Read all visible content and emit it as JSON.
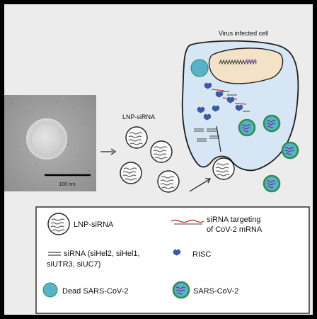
{
  "figure": {
    "cell_title": "Virus infected cell",
    "lnp_title": "LNP-siRNA",
    "scale_bar": "100 nm",
    "colors": {
      "cell_fill": "#d6e6f5",
      "nucleus_fill": "#f3e2c7",
      "virus_fill": "#58b2c9",
      "virus_ring": "#2f8f4c",
      "sirna_red": "#c0413c",
      "risc": "#3a5aa6",
      "micrograph": "#9a9a9a"
    }
  },
  "legend": {
    "lnp_sirna": "LNP-siRNA",
    "sirna_targeting_line1": "siRNA targeting",
    "sirna_targeting_line2": "of CoV-2 mRNA",
    "sirna_line1": "siRNA (siHel2, siHel1,",
    "sirna_line2": "siUTR3, siUC7)",
    "risc": "RISC",
    "dead": "Dead SARS-CoV-2",
    "sars": "SARS-CoV-2"
  }
}
